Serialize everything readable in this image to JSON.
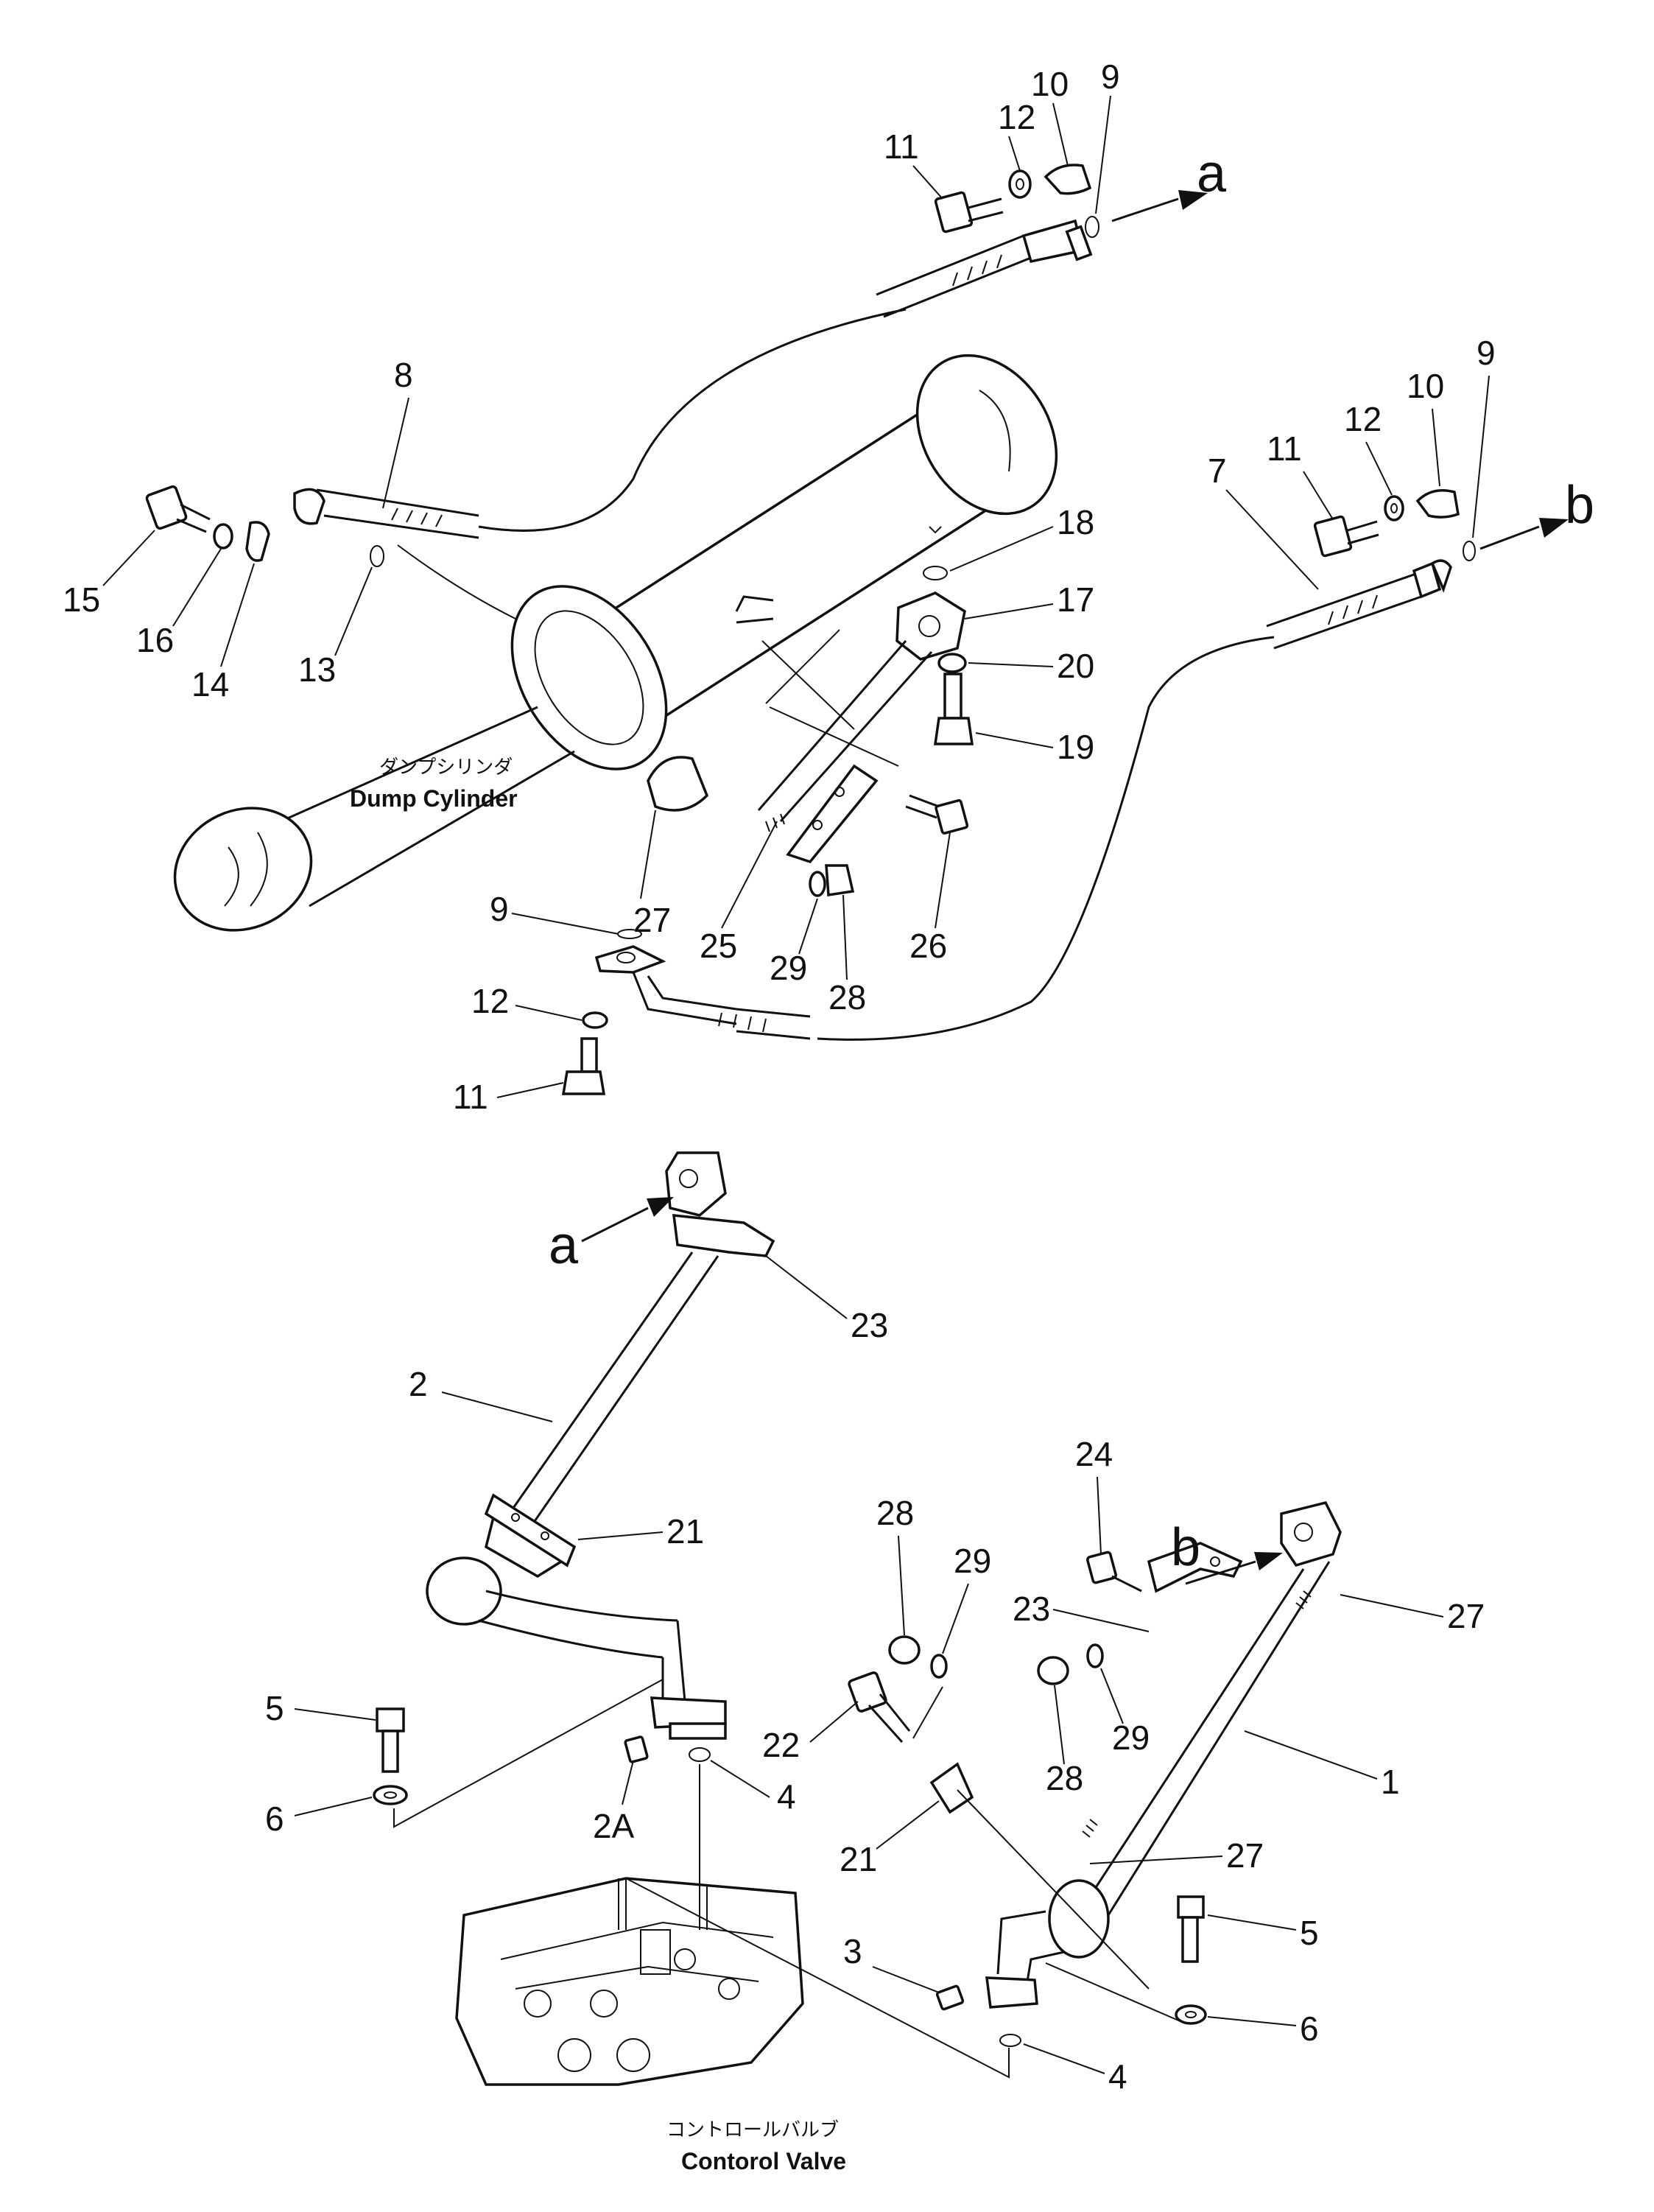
{
  "part_numbers": {
    "p1": "1",
    "p2": "2",
    "p2a": "2A",
    "p3": "3",
    "p4": "4",
    "p5": "5",
    "p6": "6",
    "p7": "7",
    "p8": "8",
    "p9": "9",
    "p10": "10",
    "p11": "11",
    "p12": "12",
    "p13": "13",
    "p14": "14",
    "p15": "15",
    "p16": "16",
    "p17": "17",
    "p18": "18",
    "p19": "19",
    "p20": "20",
    "p21": "21",
    "p22": "22",
    "p23": "23",
    "p24": "24",
    "p25": "25",
    "p26": "26",
    "p27": "27",
    "p28": "28",
    "p29": "29"
  },
  "connection_refs": {
    "a": "a",
    "b": "b"
  },
  "captions": {
    "dump_cylinder_jp": "ダンプシリンダ",
    "dump_cylinder_en": "Dump Cylinder",
    "control_valve_jp": "コントロールバルブ",
    "control_valve_en": "Contorol Valve"
  }
}
